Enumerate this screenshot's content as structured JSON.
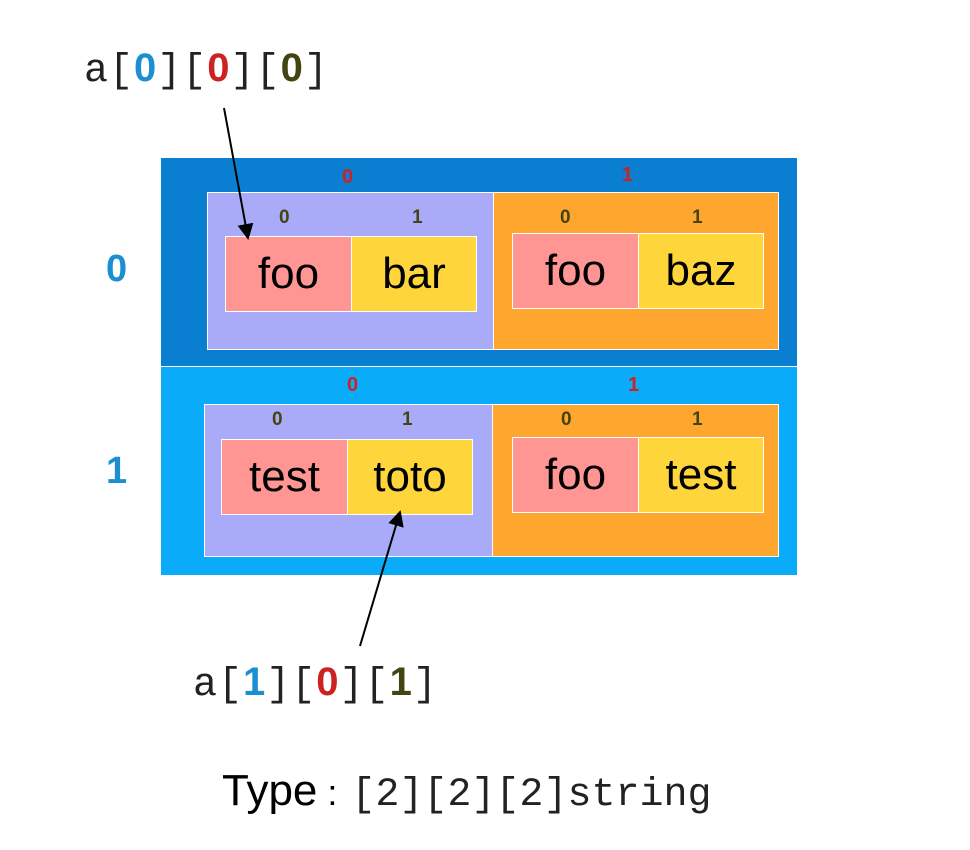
{
  "expr_top": {
    "prefix": "a",
    "i": "0",
    "j": "0",
    "k": "0"
  },
  "expr_bottom": {
    "prefix": "a",
    "i": "1",
    "j": "0",
    "k": "1"
  },
  "rows": [
    {
      "index": "0",
      "halves": [
        {
          "index": "0",
          "cells": [
            {
              "index": "0",
              "value": "foo"
            },
            {
              "index": "1",
              "value": "bar"
            }
          ]
        },
        {
          "index": "1",
          "cells": [
            {
              "index": "0",
              "value": "foo"
            },
            {
              "index": "1",
              "value": "baz"
            }
          ]
        }
      ]
    },
    {
      "index": "1",
      "halves": [
        {
          "index": "0",
          "cells": [
            {
              "index": "0",
              "value": "test"
            },
            {
              "index": "1",
              "value": "toto"
            }
          ]
        },
        {
          "index": "1",
          "cells": [
            {
              "index": "0",
              "value": "foo"
            },
            {
              "index": "1",
              "value": "test"
            }
          ]
        }
      ]
    }
  ],
  "type_line": {
    "label": "Type",
    "sep": ":",
    "value": "[2][2][2]string"
  },
  "colors": {
    "row0_bg": "#0a7ed1",
    "row1_bg": "#0aabf9",
    "inner_left_bg": "#a9abf9",
    "inner_right_bg": "#ffa62e",
    "cell_a_bg": "#ff9693",
    "cell_b_bg": "#ffd53c",
    "index_level1": "#1b8fd1",
    "index_level2": "#cc2222",
    "index_level3": "#444412"
  }
}
